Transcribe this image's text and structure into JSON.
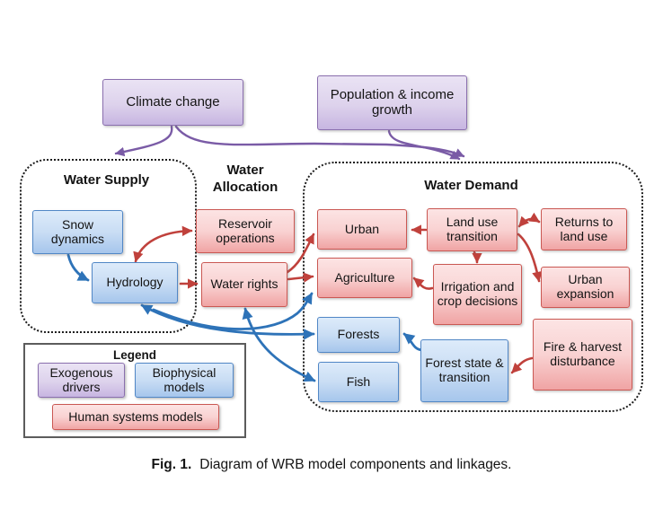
{
  "colors": {
    "exogenous_fill_light": "#eae3f4",
    "exogenous_fill_dark": "#c7b5e1",
    "exogenous_border": "#8a6fae",
    "biophysical_fill_light": "#ddebfa",
    "biophysical_fill_dark": "#a6c6ec",
    "biophysical_border": "#5187c6",
    "human_fill_light": "#fce4e4",
    "human_fill_dark": "#f0a4a4",
    "human_border": "#ca5853",
    "arrow_exogenous": "#7a5ba6",
    "arrow_biophysical": "#2e73b8",
    "arrow_human": "#c0413c",
    "group_border": "#1c1c1c"
  },
  "groups": {
    "water_supply": {
      "title": "Water Supply"
    },
    "water_allocation": {
      "title": "Water Allocation"
    },
    "water_demand": {
      "title": "Water Demand"
    }
  },
  "nodes": {
    "climate_change": {
      "label": "Climate change",
      "type": "exogenous"
    },
    "population_income": {
      "label": "Population & income growth",
      "type": "exogenous"
    },
    "snow_dynamics": {
      "label": "Snow dynamics",
      "type": "biophysical"
    },
    "hydrology": {
      "label": "Hydrology",
      "type": "biophysical"
    },
    "reservoir_operations": {
      "label": "Reservoir operations",
      "type": "human"
    },
    "water_rights": {
      "label": "Water rights",
      "type": "human"
    },
    "urban": {
      "label": "Urban",
      "type": "human"
    },
    "land_use_transition": {
      "label": "Land use transition",
      "type": "human"
    },
    "returns_to_land_use": {
      "label": "Returns to land use",
      "type": "human"
    },
    "agriculture": {
      "label": "Agriculture",
      "type": "human"
    },
    "irrigation_crop": {
      "label": "Irrigation and crop decisions",
      "type": "human"
    },
    "urban_expansion": {
      "label": "Urban expansion",
      "type": "human"
    },
    "forests": {
      "label": "Forests",
      "type": "biophysical"
    },
    "fish": {
      "label": "Fish",
      "type": "biophysical"
    },
    "forest_state": {
      "label": "Forest state & transition",
      "type": "biophysical"
    },
    "fire_harvest": {
      "label": "Fire & harvest disturbance",
      "type": "human"
    }
  },
  "edges": [
    {
      "from": "climate_change",
      "to": "water_supply_group",
      "type": "exogenous",
      "bidirectional": false
    },
    {
      "from": "climate_change",
      "to": "water_demand_group",
      "type": "exogenous",
      "bidirectional": false
    },
    {
      "from": "population_income",
      "to": "water_demand_group",
      "type": "exogenous",
      "bidirectional": false
    },
    {
      "from": "hydrology",
      "to": "reservoir_operations",
      "type": "human",
      "bidirectional": true
    },
    {
      "from": "hydrology",
      "to": "water_rights",
      "type": "human",
      "bidirectional": false
    },
    {
      "from": "water_rights",
      "to": "urban",
      "type": "human",
      "bidirectional": false
    },
    {
      "from": "water_rights",
      "to": "agriculture",
      "type": "human",
      "bidirectional": false
    },
    {
      "from": "land_use_transition",
      "to": "urban",
      "type": "human",
      "bidirectional": false
    },
    {
      "from": "land_use_transition",
      "to": "returns_to_land_use",
      "type": "human",
      "bidirectional": true
    },
    {
      "from": "land_use_transition",
      "to": "irrigation_crop",
      "type": "human",
      "bidirectional": false
    },
    {
      "from": "land_use_transition",
      "to": "urban_expansion",
      "type": "human",
      "bidirectional": false
    },
    {
      "from": "irrigation_crop",
      "to": "agriculture",
      "type": "human",
      "bidirectional": false
    },
    {
      "from": "fire_harvest",
      "to": "forest_state",
      "type": "human",
      "bidirectional": false
    },
    {
      "from": "snow_dynamics",
      "to": "hydrology",
      "type": "biophysical",
      "bidirectional": false
    },
    {
      "from": "forest_state",
      "to": "forests",
      "type": "biophysical",
      "bidirectional": false
    },
    {
      "from": "hydrology",
      "to": "forests",
      "type": "biophysical",
      "bidirectional": true
    },
    {
      "from": "hydrology",
      "to": "agriculture",
      "type": "biophysical",
      "bidirectional": false
    },
    {
      "from": "water_rights",
      "to": "fish",
      "type": "biophysical",
      "bidirectional": true
    }
  ],
  "legend": {
    "title": "Legend",
    "items": [
      {
        "label": "Exogenous drivers",
        "type": "exogenous"
      },
      {
        "label": "Biophysical models",
        "type": "biophysical"
      },
      {
        "label": "Human systems models",
        "type": "human"
      }
    ]
  },
  "caption": {
    "label": "Fig. 1.",
    "text": "Diagram of WRB model components and linkages."
  }
}
